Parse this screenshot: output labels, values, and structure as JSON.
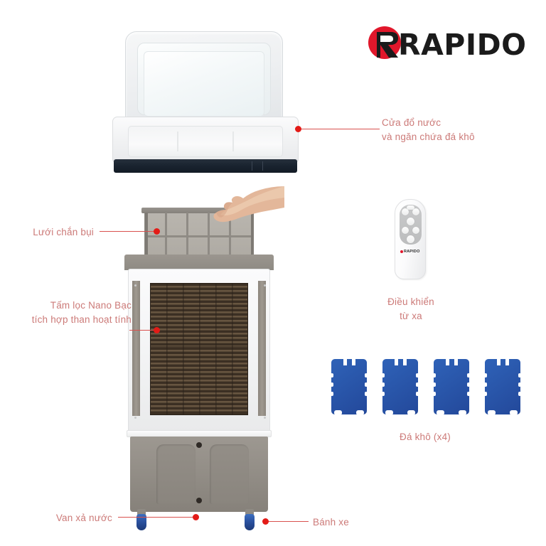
{
  "brand": {
    "name": "RAPIDO",
    "mark_color": "#e1172b",
    "word_color": "#1b1b1b"
  },
  "theme": {
    "background": "#ffffff",
    "callout_text_color": "#cc7a78",
    "leader_line_color": "#d9514e",
    "marker_dot_color": "#e31b17",
    "icepack_blue": "#2a58ac",
    "honeycomb_brown": "#3b2f23",
    "tank_gray": "#928d86",
    "lid_base_navy": "#1a2430"
  },
  "callouts": [
    {
      "id": "water-door",
      "label": "Cửa đổ nước\nvà ngăn chứa đá khô",
      "side": "right"
    },
    {
      "id": "dust-filter",
      "label": "Lưới chắn bụi",
      "side": "left"
    },
    {
      "id": "nano-silver-filter",
      "label": "Tấm lọc Nano Bạc\ntích hợp than hoạt tính",
      "side": "left"
    },
    {
      "id": "drain-valve",
      "label": "Van xả nước",
      "side": "left"
    },
    {
      "id": "caster-wheel",
      "label": "Bánh xe",
      "side": "right"
    }
  ],
  "accessories": [
    {
      "id": "remote-control",
      "label": "Điều khiển\ntừ xa",
      "brand_on_device": "RAPIDO",
      "button_count": 7
    },
    {
      "id": "ice-packs",
      "label": "Đá khô (x4)",
      "quantity": 4
    }
  ]
}
